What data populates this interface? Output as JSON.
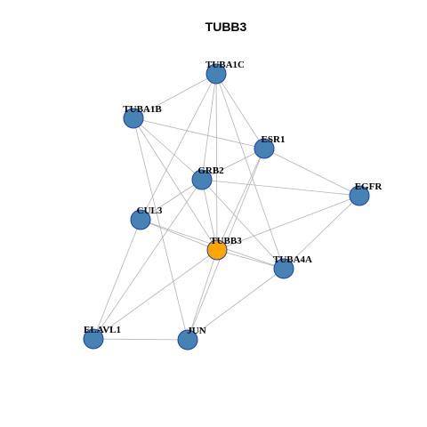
{
  "title": "TUBB3",
  "colors": {
    "node_default": "#4682b4",
    "node_focus": "#ffa500",
    "node_border": "#1c3fb0",
    "edge": "#b3b3b3"
  },
  "nodes": [
    {
      "id": "TUBA1C",
      "label": "TUBA1C"
    },
    {
      "id": "TUBA1B",
      "label": "TUBA1B"
    },
    {
      "id": "ESR1",
      "label": "ESR1"
    },
    {
      "id": "GRB2",
      "label": "GRB2"
    },
    {
      "id": "EGFR",
      "label": "EGFR"
    },
    {
      "id": "CUL3",
      "label": "CUL3"
    },
    {
      "id": "TUBB3",
      "label": "TUBB3",
      "focus": true
    },
    {
      "id": "TUBA4A",
      "label": "TUBA4A"
    },
    {
      "id": "ELAVL1",
      "label": "ELAVL1"
    },
    {
      "id": "JUN",
      "label": "JUN"
    }
  ],
  "edges": [
    [
      "TUBA1C",
      "TUBA1B"
    ],
    [
      "TUBA1C",
      "ESR1"
    ],
    [
      "TUBA1C",
      "GRB2"
    ],
    [
      "TUBA1C",
      "CUL3"
    ],
    [
      "TUBA1C",
      "TUBB3"
    ],
    [
      "TUBA1C",
      "TUBA4A"
    ],
    [
      "TUBA1B",
      "ESR1"
    ],
    [
      "TUBA1B",
      "GRB2"
    ],
    [
      "TUBA1B",
      "TUBB3"
    ],
    [
      "TUBA1B",
      "JUN"
    ],
    [
      "ESR1",
      "GRB2"
    ],
    [
      "ESR1",
      "EGFR"
    ],
    [
      "ESR1",
      "TUBB3"
    ],
    [
      "ESR1",
      "JUN"
    ],
    [
      "GRB2",
      "EGFR"
    ],
    [
      "GRB2",
      "CUL3"
    ],
    [
      "GRB2",
      "TUBB3"
    ],
    [
      "GRB2",
      "TUBA4A"
    ],
    [
      "GRB2",
      "ELAVL1"
    ],
    [
      "EGFR",
      "TUBB3"
    ],
    [
      "EGFR",
      "TUBA4A"
    ],
    [
      "CUL3",
      "TUBB3"
    ],
    [
      "CUL3",
      "TUBA4A"
    ],
    [
      "CUL3",
      "ELAVL1"
    ],
    [
      "TUBB3",
      "TUBA4A"
    ],
    [
      "TUBB3",
      "ELAVL1"
    ],
    [
      "TUBB3",
      "JUN"
    ],
    [
      "TUBA4A",
      "JUN"
    ],
    [
      "ELAVL1",
      "JUN"
    ]
  ]
}
